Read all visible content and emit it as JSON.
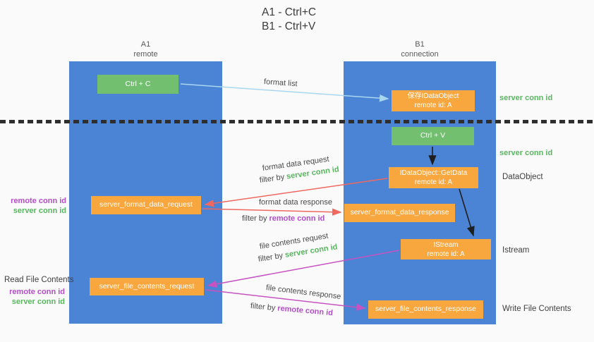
{
  "title": {
    "line1": "A1 - Ctrl+C",
    "line2": "B1 - Ctrl+V"
  },
  "columns": {
    "a1": {
      "name": "A1",
      "subtitle": "remote"
    },
    "b1": {
      "name": "B1",
      "subtitle": "connection"
    }
  },
  "boxes": {
    "ctrl_c": {
      "label": "Ctrl + C"
    },
    "save_idataobject": {
      "line1": "保存IDataObject",
      "line2": "remote id: A"
    },
    "ctrl_v": {
      "label": "Ctrl + V"
    },
    "idataobject_getdata": {
      "line1": "IDataObject::GetData",
      "line2": "remote id: A"
    },
    "server_format_data_request": {
      "label": "server_format_data_request"
    },
    "server_format_data_response": {
      "label": "server_format_data_response"
    },
    "istream": {
      "line1": "IStream",
      "line2": "remote id: A"
    },
    "server_file_contents_request": {
      "label": "server_file_contents_request"
    },
    "server_file_contents_response": {
      "label": "server_file_contents_response"
    }
  },
  "flow_labels": {
    "format_list": "format list",
    "format_data_request": "format data request",
    "format_data_response": "format data response",
    "file_contents_request": "file contents request",
    "file_contents_response": "file contents response",
    "filter_by": "filter by",
    "server_conn_id": "server conn id",
    "remote_conn_id": "remote conn id"
  },
  "side_labels": {
    "server_conn_id_top": "server conn id",
    "server_conn_id_mid": "server conn id",
    "dataobject": "DataObject",
    "istream": "Istream",
    "write_file_contents": "Write File Contents",
    "read_file_contents": "Read File Contents",
    "left_remote_conn_id_1": "remote conn id",
    "left_server_conn_id_1": "server conn id",
    "left_remote_conn_id_2": "remote conn id",
    "left_server_conn_id_2": "server conn id"
  },
  "colors": {
    "column_blue": "#4b83d5",
    "box_green": "#72bf6f",
    "box_orange": "#f8a63e",
    "green_text": "#57b65e",
    "purple_text": "#b14ec6",
    "red_arrow": "#f0685f",
    "magenta_arrow": "#c653c0",
    "light_blue_arrow": "#a9d7ef",
    "black_arrow": "#1f1f1f"
  }
}
